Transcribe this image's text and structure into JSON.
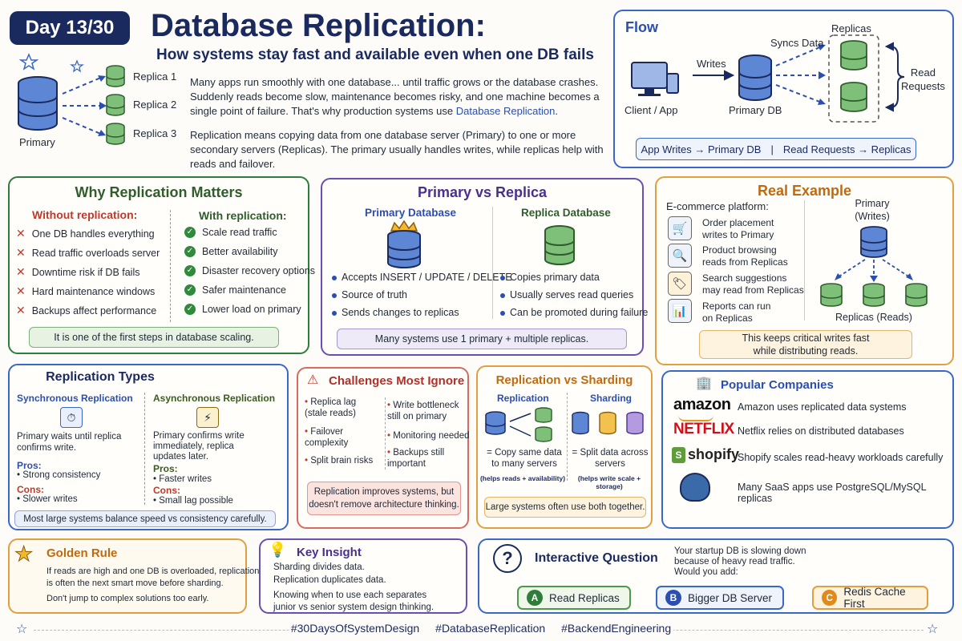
{
  "header": {
    "day_badge": "Day 13/30",
    "title": "Database Replication:",
    "subtitle": "How systems stay fast and available even when one DB fails"
  },
  "intro": {
    "primary_label": "Primary",
    "replicas": [
      "Replica 1",
      "Replica 2",
      "Replica 3"
    ],
    "para1_a": "Many apps run smoothly with one database... until traffic grows or the database crashes. Suddenly reads become slow, maintenance becomes risky, and one machine becomes a single point of failure. That's why production systems use ",
    "para1_link": "Database Replication",
    "para1_end": ".",
    "para2": "Replication means copying data from one database server (Primary) to one or more secondary servers (Replicas). The primary usually handles writes, while replicas help with reads and failover."
  },
  "flow": {
    "title": "Flow",
    "client": "Client / App",
    "writes": "Writes",
    "primary": "Primary DB",
    "syncs": "Syncs Data",
    "replicas": "Replicas",
    "read_requests": "Read\nRequests",
    "bar_left": "App Writes → Primary DB",
    "bar_sep": "|",
    "bar_right": "Read Requests → Replicas"
  },
  "why": {
    "title": "Why Replication Matters",
    "without_title": "Without replication:",
    "without": [
      "One DB handles everything",
      "Read traffic overloads server",
      "Downtime risk if DB fails",
      "Hard maintenance windows",
      "Backups affect performance"
    ],
    "with_title": "With replication:",
    "with": [
      "Scale read traffic",
      "Better availability",
      "Disaster recovery options",
      "Safer maintenance",
      "Lower load on primary"
    ],
    "note": "It is one of the first steps in database scaling."
  },
  "pvr": {
    "title": "Primary vs Replica",
    "primary_title": "Primary Database",
    "primary_items": [
      "Accepts INSERT / UPDATE / DELETE",
      "Source of truth",
      "Sends changes to replicas"
    ],
    "replica_title": "Replica Database",
    "replica_items": [
      "Copies primary data",
      "Usually serves read queries",
      "Can be promoted during failure"
    ],
    "note": "Many systems use 1 primary + multiple replicas."
  },
  "example": {
    "title": "Real Example",
    "platform": "E-commerce platform:",
    "items": [
      "Order placement\nwrites to Primary",
      "Product browsing\nreads from Replicas",
      "Search suggestions\nmay read from Replicas",
      "Reports can run\non Replicas"
    ],
    "primary": "Primary\n(Writes)",
    "replicas": "Replicas (Reads)",
    "note": "This keeps critical writes fast\nwhile distributing reads."
  },
  "types": {
    "title": "Replication Types",
    "sync_title": "Synchronous Replication",
    "sync_desc": "Primary waits until replica\nconfirms write.",
    "async_title": "Asynchronous Replication",
    "async_desc": "Primary confirms write\nimmediately, replica\nupdates later.",
    "pros_label": "Pros:",
    "cons_label": "Cons:",
    "sync_pro": "Strong consistency",
    "sync_con": "Slower writes",
    "async_pro": "Faster writes",
    "async_con": "Small lag possible",
    "note": "Most large systems balance speed vs consistency carefully."
  },
  "challenges": {
    "title": "Challenges Most Ignore",
    "left": [
      "Replica lag\n(stale reads)",
      "Failover\ncomplexity",
      "Split brain risks"
    ],
    "right": [
      "Write bottleneck\nstill on primary",
      "Monitoring needed",
      "Backups still\nimportant"
    ],
    "note": "Replication improves systems, but\ndoesn't remove architecture thinking."
  },
  "rvs": {
    "title": "Replication vs Sharding",
    "rep_title": "Replication",
    "shard_title": "Sharding",
    "rep_desc": "= Copy same data\nto many servers",
    "rep_sub": "(helps reads + availability)",
    "shard_desc": "= Split data across\nservers",
    "shard_sub": "(helps write scale + storage)",
    "note": "Large systems often use both together."
  },
  "companies": {
    "title": "Popular Companies",
    "logos": [
      "amazon",
      "NETFLIX",
      "shopify"
    ],
    "items": [
      "Amazon uses replicated data systems",
      "Netflix relies on distributed databases",
      "Shopify scales read-heavy workloads carefully",
      "Many SaaS apps use PostgreSQL/MySQL replicas"
    ]
  },
  "golden": {
    "title": "Golden Rule",
    "line1": "If reads are high and one DB is overloaded, replication\nis often the next smart move before sharding.",
    "line2": "Don't jump to complex solutions too early."
  },
  "insight": {
    "title": "Key Insight",
    "l1": "Sharding divides data.",
    "l2": "Replication duplicates data.",
    "l3": "Knowing when to use each separates\njunior vs senior system design thinking."
  },
  "question": {
    "title": "Interactive Question",
    "text": "Your startup DB is slowing down\nbecause of heavy read traffic.\nWould you add:",
    "options": [
      {
        "letter": "A",
        "label": "Read Replicas"
      },
      {
        "letter": "B",
        "label": "Bigger DB Server"
      },
      {
        "letter": "C",
        "label": "Redis Cache First"
      }
    ]
  },
  "footer": {
    "tags": [
      "#30DaysOfSystemDesign",
      "#DatabaseReplication",
      "#BackendEngineering"
    ]
  },
  "colors": {
    "navy": "#1b2a5e",
    "green": "#2f7d3a",
    "purple": "#5b3fa0",
    "orange": "#d98a1c",
    "blue": "#3a68c8",
    "red": "#c0392b"
  }
}
